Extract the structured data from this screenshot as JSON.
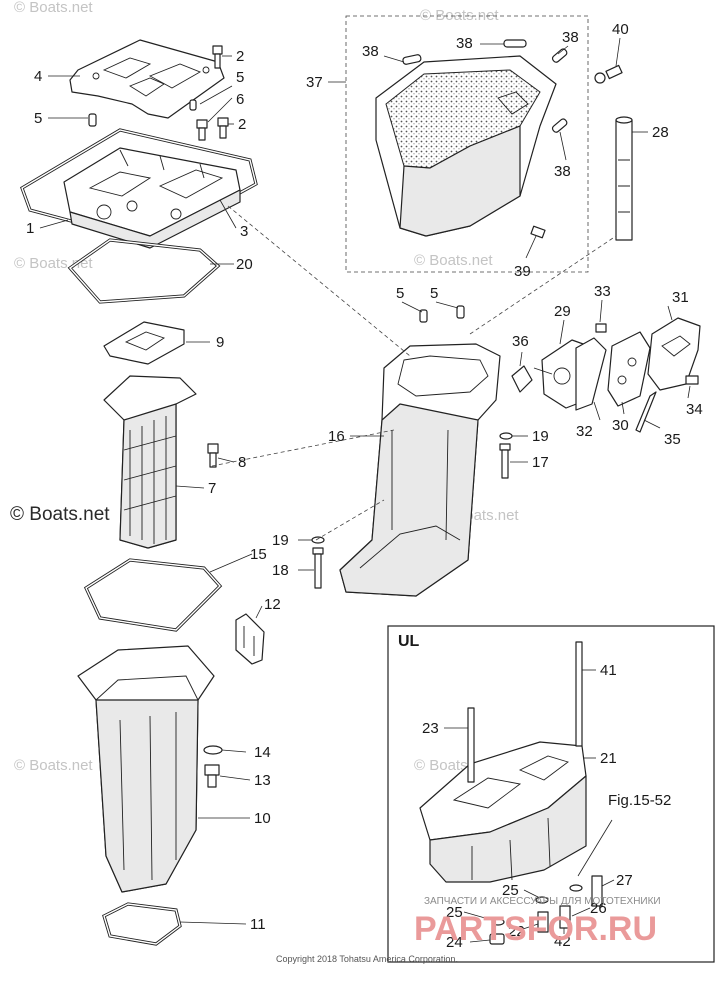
{
  "labels": {
    "n1": "1",
    "n2a": "2",
    "n2b": "2",
    "n3": "3",
    "n4": "4",
    "n5a": "5",
    "n5b": "5",
    "n5c": "5",
    "n5d": "5",
    "n6": "6",
    "n7": "7",
    "n8": "8",
    "n9": "9",
    "n10": "10",
    "n11": "11",
    "n12": "12",
    "n13": "13",
    "n14": "14",
    "n15": "15",
    "n16": "16",
    "n17": "17",
    "n18": "18",
    "n19a": "19",
    "n19b": "19",
    "n20": "20",
    "n21": "21",
    "n22": "22",
    "n23": "23",
    "n24": "24",
    "n25a": "25",
    "n25b": "25",
    "n26": "26",
    "n27": "27",
    "n28": "28",
    "n29": "29",
    "n30": "30",
    "n31": "31",
    "n32": "32",
    "n33": "33",
    "n34": "34",
    "n35": "35",
    "n36": "36",
    "n37": "37",
    "n38a": "38",
    "n38b": "38",
    "n38c": "38",
    "n38d": "38",
    "n39": "39",
    "n40": "40",
    "n41": "41",
    "n42": "42"
  },
  "inset": {
    "title": "UL",
    "ref": "Fig.15-52"
  },
  "watermarks": {
    "tl": "© Boats.net",
    "tr": "© Boats.net",
    "ml": "© Boats.net",
    "mc": "© Boats.net",
    "mr": "© Boats.net",
    "bl": "© Boats.net",
    "br": "© Boats.net",
    "big": "© Boats.net"
  },
  "footer": {
    "copyright": "Copyright 2018 Tohatsu America Corporation.",
    "promo": "ЗАПЧАСТИ И АКСЕССУАРЫ ДЛЯ МОТОТЕХНИКИ",
    "brand": "PARTSFOR.RU"
  }
}
